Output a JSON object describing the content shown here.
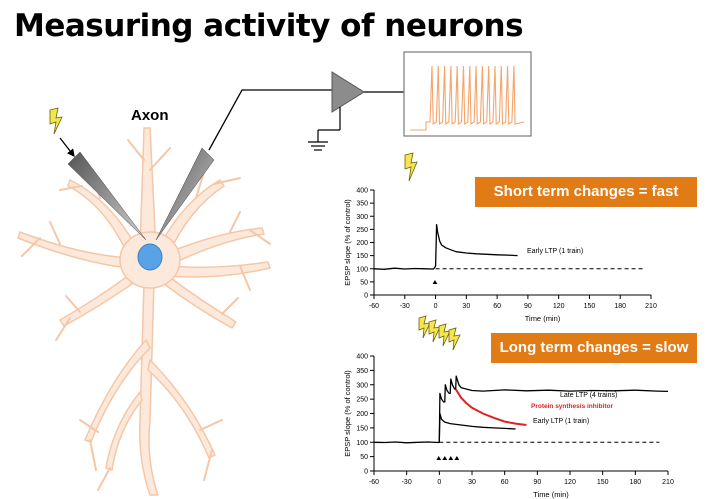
{
  "title": "Measuring activity of neurons",
  "neuron": {
    "axon_label": "Axon"
  },
  "callouts": {
    "short": "Short term changes  = fast",
    "long": "Long term changes = slow"
  },
  "colors": {
    "callout": "#e07b15",
    "neuron_fill": "#fde9dc",
    "neuron_stroke": "#f4c7a6",
    "nucleus": "#5aa2e6",
    "amp": "#8c8c8c",
    "trace": "#f5a46a",
    "red_series": "#dd2222"
  },
  "chart_data": [
    {
      "type": "line",
      "title": "",
      "xlabel": "Time (min)",
      "ylabel": "EPSP slope (% of control)",
      "xlim": [
        -60,
        210
      ],
      "ylim": [
        0,
        400
      ],
      "x_ticks": [
        "-60",
        "-30",
        "0",
        "30",
        "60",
        "90",
        "120",
        "150",
        "180",
        "210"
      ],
      "y_ticks": [
        "0",
        "50",
        "100",
        "150",
        "200",
        "250",
        "300",
        "350",
        "400"
      ],
      "baseline": 100,
      "stimulus_markers": [
        0
      ],
      "series": [
        {
          "name": "Early LTP (1 train)",
          "x": [
            -60,
            -50,
            -40,
            -30,
            -20,
            -10,
            -2,
            0,
            1,
            2,
            4,
            6,
            10,
            15,
            20,
            30,
            40,
            50,
            60,
            70,
            80
          ],
          "y": [
            100,
            98,
            102,
            99,
            101,
            100,
            99,
            110,
            268,
            240,
            205,
            190,
            180,
            172,
            165,
            160,
            157,
            155,
            153,
            152,
            150
          ]
        }
      ]
    },
    {
      "type": "line",
      "title": "",
      "xlabel": "Time (min)",
      "ylabel": "EPSP slope (% of control)",
      "xlim": [
        -60,
        210
      ],
      "ylim": [
        0,
        400
      ],
      "x_ticks": [
        "-60",
        "-30",
        "0",
        "30",
        "60",
        "90",
        "120",
        "150",
        "180",
        "210"
      ],
      "y_ticks": [
        "0",
        "50",
        "100",
        "150",
        "200",
        "250",
        "300",
        "350",
        "400"
      ],
      "baseline": 100,
      "stimulus_markers": [
        0,
        5,
        10,
        15
      ],
      "series": [
        {
          "name": "Late LTP (4 trains)",
          "x": [
            -60,
            -50,
            -40,
            -30,
            -20,
            -10,
            -1,
            0,
            0.5,
            2,
            4,
            5,
            5.5,
            7,
            9,
            10,
            10.5,
            12,
            14,
            15,
            15.5,
            18,
            20,
            25,
            30,
            40,
            60,
            80,
            100,
            120,
            140,
            160,
            180,
            200,
            210
          ],
          "y": [
            100,
            99,
            101,
            98,
            100,
            101,
            99,
            100,
            270,
            250,
            240,
            240,
            300,
            280,
            270,
            270,
            320,
            300,
            285,
            285,
            330,
            300,
            290,
            285,
            280,
            278,
            282,
            279,
            281,
            278,
            280,
            279,
            281,
            278,
            277
          ]
        },
        {
          "name": "Protein synthesis inhibitor",
          "x": [
            15,
            20,
            25,
            30,
            40,
            50,
            60,
            70,
            80
          ],
          "y": [
            285,
            255,
            235,
            220,
            200,
            185,
            172,
            165,
            160
          ]
        },
        {
          "name": "Early LTP (1 train)",
          "x": [
            0,
            0.5,
            2,
            5,
            10,
            20,
            30,
            40,
            50,
            60,
            70
          ],
          "y": [
            100,
            200,
            180,
            170,
            165,
            160,
            155,
            152,
            150,
            148,
            146
          ]
        }
      ]
    }
  ]
}
